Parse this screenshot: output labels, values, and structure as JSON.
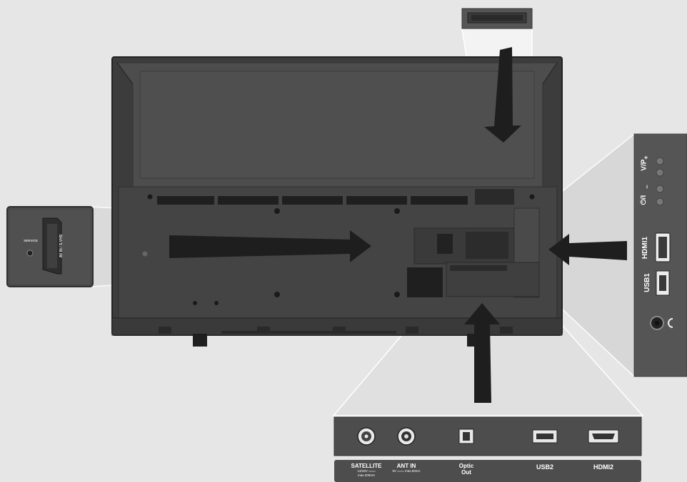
{
  "colors": {
    "background": "#e6e6e6",
    "tv_body": "#4a4a4a",
    "tv_edge": "#2e2e2e",
    "panel": "#555555",
    "callout": "#f2f2f2",
    "arrow": "#1e1e1e"
  },
  "bottom_panel": {
    "ports": [
      {
        "label": "SATELLITE",
        "sub1": "13/18V ═══",
        "sub2": "max.200mA",
        "icon": "satellite-connector-icon"
      },
      {
        "label": "ANT IN",
        "sub1": "5V ═══ max.50mA",
        "sub2": "",
        "icon": "antenna-connector-icon"
      },
      {
        "label": "Optic",
        "sub1": "Out",
        "sub2": "",
        "icon": "optical-out-icon"
      },
      {
        "label": "USB2",
        "sub1": "",
        "sub2": "",
        "icon": "usb-port-icon"
      },
      {
        "label": "HDMI2",
        "sub1": "",
        "sub2": "",
        "icon": "hdmi-port-icon"
      }
    ]
  },
  "side_panel": {
    "vp_label": "V/P",
    "plus": "+",
    "minus": "–",
    "power_label": "⏻/I",
    "hdmi_label": "HDMI1",
    "usb_label": "USB1"
  },
  "left_panel": {
    "service_label": "SERVICE",
    "scart_label": "AV IN / S-VHS"
  }
}
